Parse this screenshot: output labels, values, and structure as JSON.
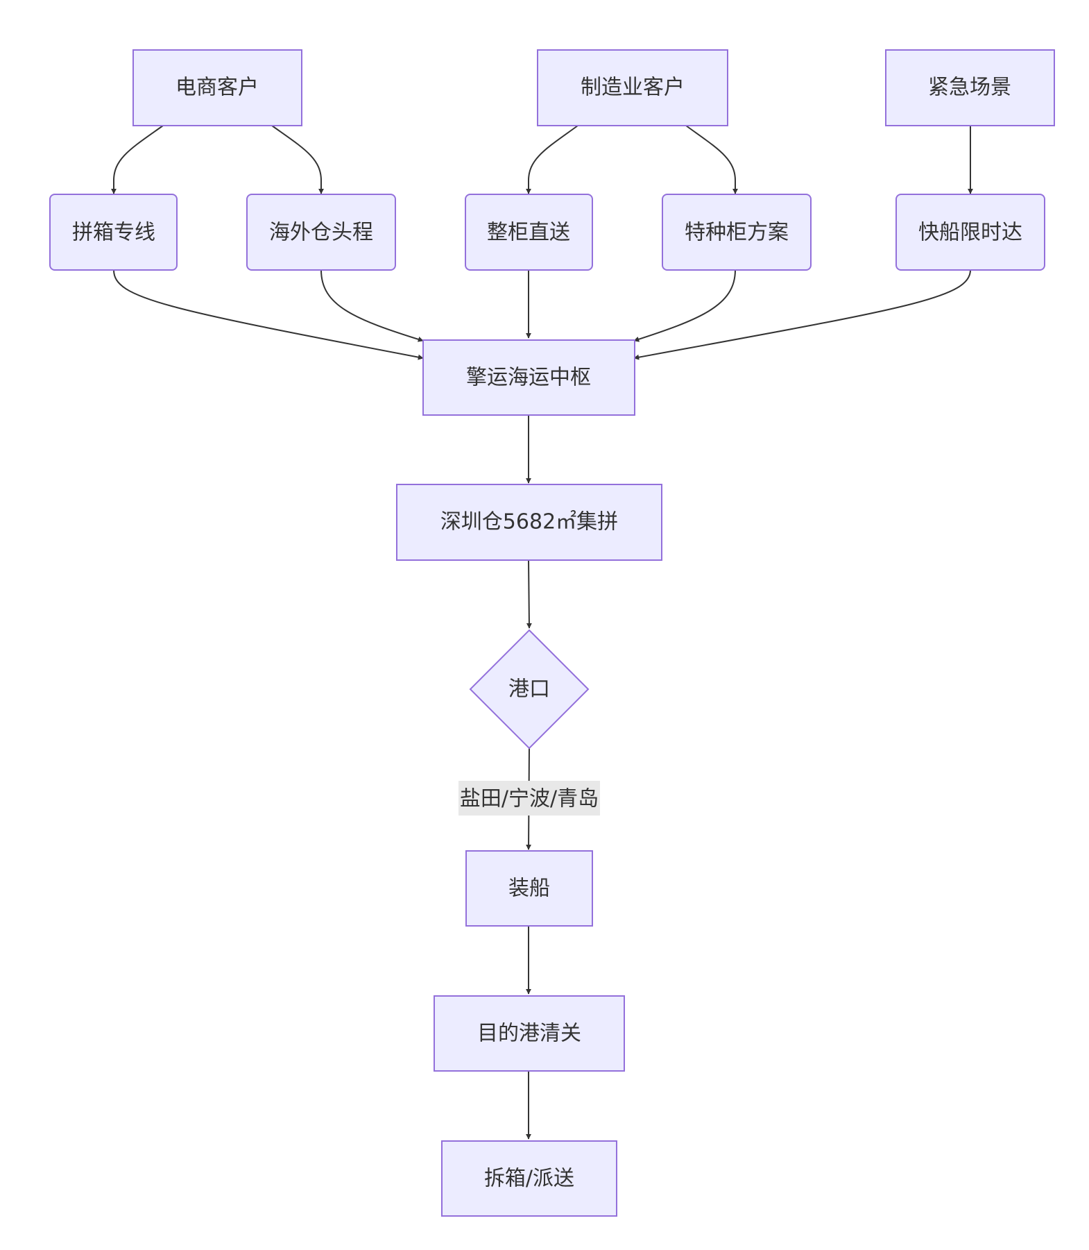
{
  "diagram": {
    "nodes": {
      "ecommerce": "电商客户",
      "manufacturing": "制造业客户",
      "urgent": "紧急场景",
      "lcl_line": "拼箱专线",
      "overseas_first_leg": "海外仓头程",
      "fcl_direct": "整柜直送",
      "special_container": "特种柜方案",
      "fast_ship": "快船限时达",
      "hub": "擎运海运中枢",
      "warehouse": "深圳仓5682㎡集拼",
      "port": "港口",
      "loading": "装船",
      "customs": "目的港清关",
      "delivery": "拆箱/派送"
    },
    "edge_labels": {
      "port_to_loading": "盐田/宁波/青岛"
    },
    "colors": {
      "node_fill": "#ECECFF",
      "node_stroke": "#9370DB",
      "edge": "#333333",
      "label_bg": "#E8E8E8"
    }
  }
}
